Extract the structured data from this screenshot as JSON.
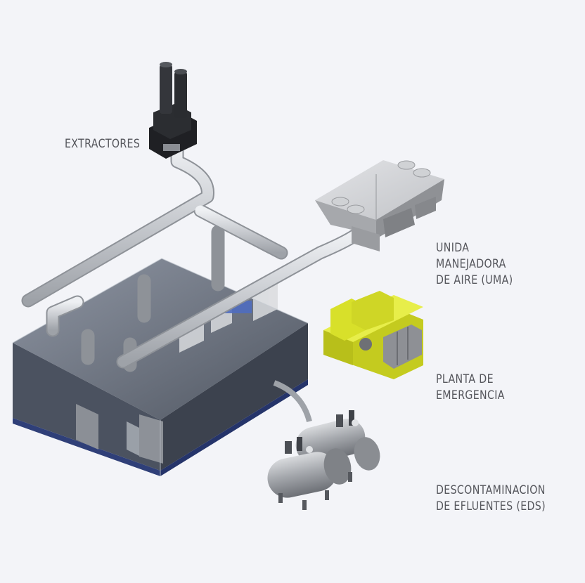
{
  "labels": {
    "extractors": [
      "EXTRACTORES"
    ],
    "air_handler": [
      "UNIDA",
      "MANEJADORA",
      "DE AIRE (UMA)"
    ],
    "generator": [
      "PLANTA DE",
      "EMERGENCIA"
    ],
    "effluent": [
      "DESCONTAMINACION",
      "DE EFLUENTES (EDS)"
    ]
  },
  "colors": {
    "background": "#f3f4f8",
    "label_text": "#55565c",
    "duct": "#c9ccd1",
    "generator": "#d8e02a",
    "module_glass": "#5b6270",
    "module_base": "#2f3f78",
    "extractor": "#2b2d31",
    "air_handler": "#b9bbbf",
    "tank": "#9a9da3"
  }
}
